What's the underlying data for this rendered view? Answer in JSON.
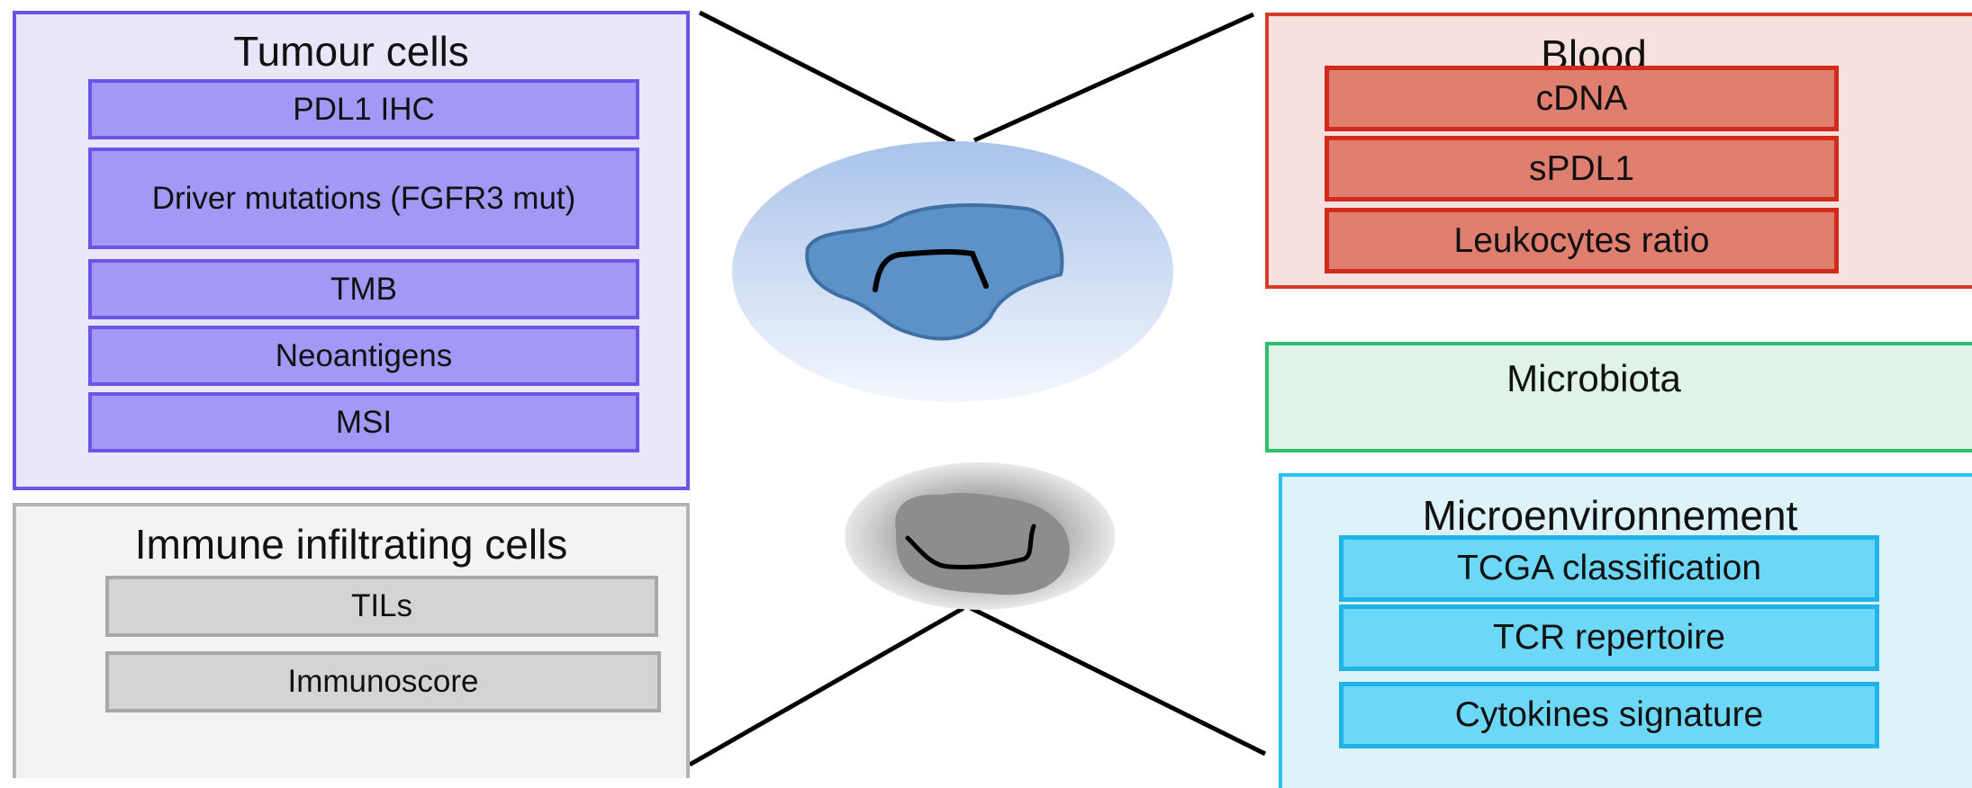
{
  "tumour_cells": {
    "title": "Tumour cells",
    "items": [
      "PDL1 IHC",
      "Driver mutations (FGFR3 mut)",
      "TMB",
      "Neoantigens",
      "MSI"
    ]
  },
  "immune_cells": {
    "title": "Immune infiltrating cells",
    "items": [
      "TILs",
      "Immunoscore"
    ]
  },
  "blood": {
    "title": "Blood",
    "items": [
      "cDNA",
      "sPDL1",
      "Leukocytes ratio"
    ]
  },
  "microbiota": {
    "title": "Microbiota"
  },
  "microenvironment": {
    "title": "Microenvironnement",
    "items": [
      "TCGA classification",
      "TCR repertoire",
      "Cytokines signature"
    ]
  },
  "colors": {
    "tumour_fill": "#e9e6fa",
    "tumour_border": "#6a55e6",
    "tumour_item": "#a298f6",
    "immune_fill": "#f3f3f3",
    "immune_item": "#d4d4d4",
    "blood_fill": "#f6e1de",
    "blood_border": "#d63a2a",
    "blood_item": "#e07e6f",
    "microbiota_fill": "#dff4e7",
    "microbiota_border": "#2fbf6a",
    "microenv_fill": "#ddf3fa",
    "microenv_border": "#2ec1ee",
    "microenv_item": "#6cd7f7",
    "tumour_cell": "#5b93c8",
    "immune_cell": "#8d8d8d"
  }
}
